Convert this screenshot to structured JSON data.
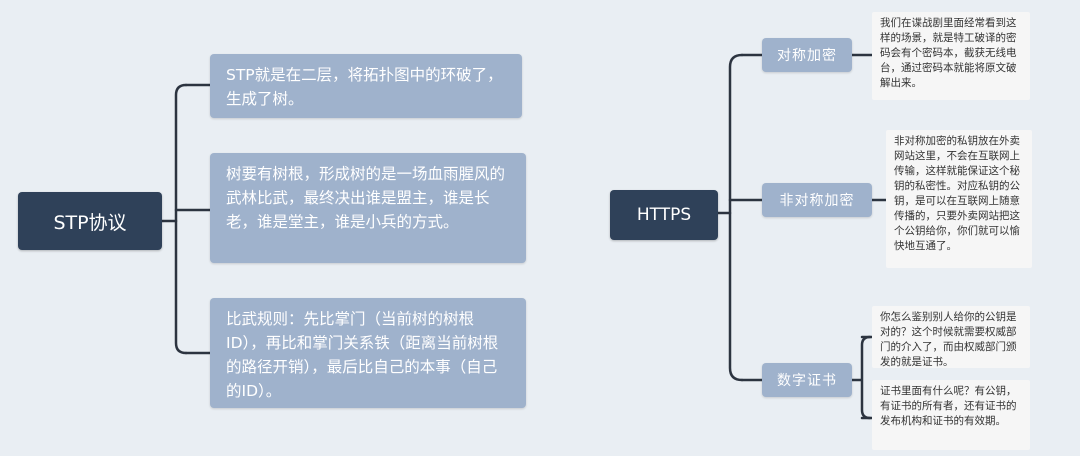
{
  "left_root": {
    "label": "STP协议"
  },
  "left_branches": [
    "STP就是在二层，将拓扑图中的环破了，生成了树。",
    "树要有树根，形成树的是一场血雨腥风的武林比武，最终决出谁是盟主，谁是长老，谁是堂主，谁是小兵的方式。",
    "比武规则：先比掌门（当前树的树根ID），再比和掌门关系铁（距离当前树根的路径开销），最后比自己的本事（自己的ID）。"
  ],
  "right_root": {
    "label": "HTTPS"
  },
  "right_branches": [
    {
      "label": "对称加密",
      "notes": [
        "我们在谍战剧里面经常看到这样的场景，就是特工破译的密码会有个密码本，截获无线电台，通过密码本就能将原文破解出来。"
      ]
    },
    {
      "label": "非对称加密",
      "notes": [
        "非对称加密的私钥放在外卖网站这里，不会在互联网上传输，这样就能保证这个秘钥的私密性。对应私钥的公钥，是可以在互联网上随意传播的，只要外卖网站把这个公钥给你，你们就可以愉快地互通了。"
      ]
    },
    {
      "label": "数字证书",
      "notes": [
        "你怎么鉴别别人给你的公钥是对的？这个时候就需要权威部门的介入了，而由权威部门颁发的就是证书。",
        "证书里面有什么呢？有公钥，有证书的所有者，还有证书的发布机构和证书的有效期。"
      ]
    }
  ],
  "colors": {
    "background": "#e9eef3",
    "root_fill": "#2f4159",
    "branch_fill": "#9fb2cc",
    "note_fill": "#f6f6f6",
    "connector": "#2c3440"
  }
}
